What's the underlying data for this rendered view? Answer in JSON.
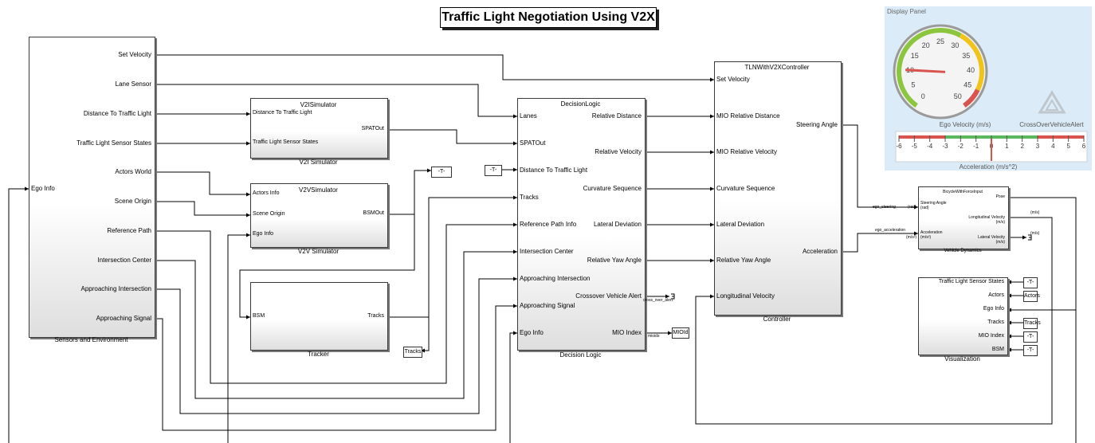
{
  "title": "Traffic Light Negotiation Using V2X",
  "blocks": {
    "sensors": {
      "caption": "Sensors and Environment",
      "outputs": [
        "Set Velocity",
        "Lane Sensor",
        "Distance To Traffic Light",
        "Traffic Light Sensor States",
        "Actors World",
        "Scene Origin",
        "Reference Path",
        "Intersection Center",
        "Approaching Intersection",
        "Approaching Signal"
      ],
      "input": "Ego Info"
    },
    "v2i": {
      "header": "V2ISimulator",
      "caption": "V2I Simulator",
      "inputs": [
        "Distance To Traffic Light",
        "Traffic Light Sensor States"
      ],
      "output": "SPATOut"
    },
    "v2v": {
      "header": "V2VSimulator",
      "caption": "V2V Simulator",
      "inputs": [
        "Actors Info",
        "Scene Origin",
        "Ego Info"
      ],
      "output": "BSMOut"
    },
    "tracker": {
      "caption": "Tracker",
      "input": "BSM",
      "output": "Tracks"
    },
    "decision": {
      "header": "DecisionLogic",
      "caption": "Decision Logic",
      "inputs": [
        "Lanes",
        "SPATOut",
        "Distance To Traffic Light",
        "Tracks",
        "Reference Path Info",
        "Intersection Center",
        "Approaching Intersection",
        "Approaching Signal",
        "Ego Info"
      ],
      "outputs": [
        "Relative Distance",
        "Relative Velocity",
        "Curvature Sequence",
        "Lateral Deviation",
        "Relative Yaw Angle",
        "Crossover Vehicle Alert",
        "MIO Index"
      ]
    },
    "controller": {
      "header": "TLNWithV2XController",
      "caption": "Controller",
      "inputs": [
        "Set Velocity",
        "MIO Relative Distance",
        "MIO Relative Velocity",
        "Curvature Sequence",
        "Lateral Deviation",
        "Relative Yaw Angle",
        "Longitudinal Velocity"
      ],
      "outputs": [
        "Steering Angle",
        "Acceleration"
      ]
    },
    "vehicle": {
      "header": "BicycleWithForceInput",
      "caption": "Vehicle Dynamics",
      "inputs": [
        "Steering Angle",
        "Acceleration"
      ],
      "input_units": [
        "(rad)",
        "(m/s²)"
      ],
      "outputs": [
        "Pose",
        "Longitudinal Velocity",
        "Lateral Velocity"
      ],
      "output_units": [
        "(m/s)",
        "(m/s)"
      ]
    },
    "visualization": {
      "caption": "Visualization",
      "inputs": [
        "Traffic Light Sensor States",
        "Actors",
        "Ego Info",
        "Tracks",
        "MIO Index",
        "BSM"
      ]
    }
  },
  "tags": {
    "goto_top": "-T-",
    "from_dist": "-T-",
    "tracks_from": "Tracks",
    "mioid_goto": "MIOId",
    "vis_tl": "-T-",
    "vis_actors": "Actors",
    "vis_tracks": "Tracks",
    "vis_mio": "-T-",
    "vis_bsm": "-T-"
  },
  "signal_labels": {
    "cross_over_alert": "cross_over_alert",
    "mioids": "mioids",
    "ego_steering": "ego_steering",
    "ego_acceleration": "ego_acceleration",
    "port_units": [
      "(rad)",
      "(m/s²)",
      "(m/s)",
      "(m/s)"
    ]
  },
  "display_panel": {
    "title": "Display Panel",
    "gauge_label": "Ego Velocity (m/s)",
    "gauge_ticks": [
      "0",
      "5",
      "10",
      "15",
      "20",
      "25",
      "30",
      "35",
      "40",
      "45",
      "50"
    ],
    "gauge_min": 0,
    "gauge_max": 50,
    "gauge_value": 10,
    "alert_label": "CrossOverVehicleAlert",
    "accel_label": "Acceleration (m/s^2)",
    "accel_ticks": [
      "-6",
      "-5",
      "-4",
      "-3",
      "-2",
      "-1",
      "0",
      "1",
      "2",
      "3",
      "4",
      "5",
      "6"
    ],
    "accel_value": 0
  },
  "colors": {
    "panel_bg": "#dbecf8",
    "gauge_green": "#8cc63f",
    "gauge_yellow": "#f0c419",
    "gauge_red": "#d9534f",
    "needle": "#d9534f",
    "linear_green": "#5cb85c",
    "linear_red": "#d9534f"
  }
}
